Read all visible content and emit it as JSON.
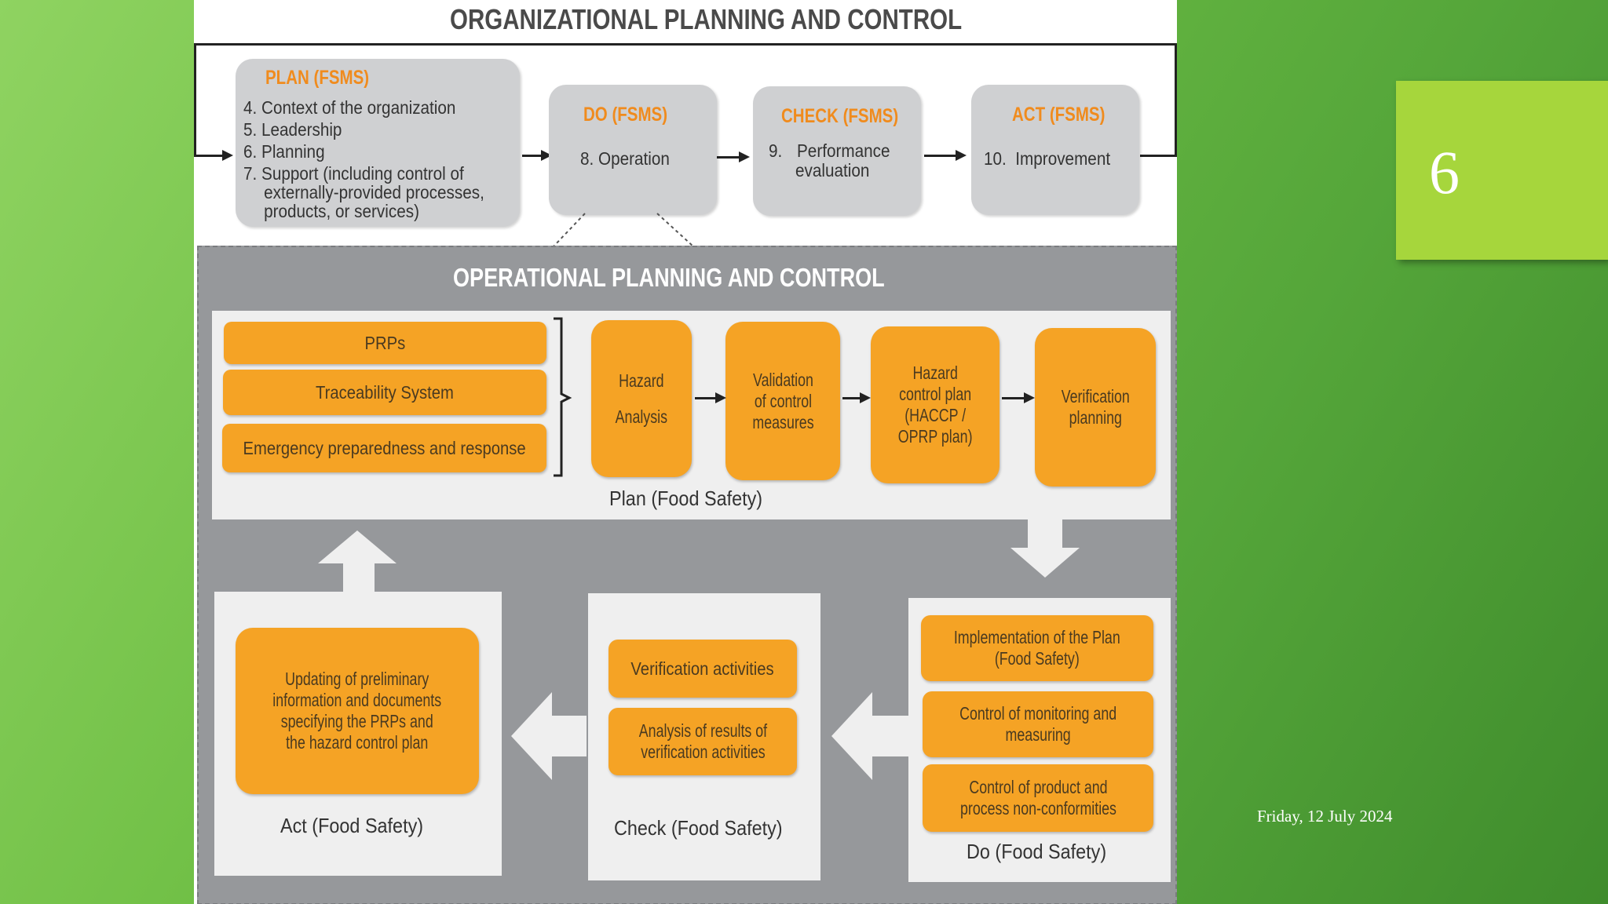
{
  "slide": {
    "number": "6",
    "date": "Friday, 12 July 2024"
  },
  "diagram": {
    "org_title": "ORGANIZATIONAL PLANNING AND CONTROL",
    "plan_fsms": {
      "title": "PLAN (FSMS)",
      "items": [
        {
          "num": "4.",
          "text": "Context of the organization"
        },
        {
          "num": "5.",
          "text": "Leadership"
        },
        {
          "num": "6.",
          "text": "Planning"
        },
        {
          "num": "7.",
          "text": "Support (including control of"
        },
        {
          "num": "",
          "text": "externally-provided processes,"
        },
        {
          "num": "",
          "text": "products, or services)"
        }
      ]
    },
    "do_fsms": {
      "title": "DO (FSMS)",
      "num": "8.",
      "text": "Operation"
    },
    "check_fsms": {
      "title": "CHECK (FSMS)",
      "num": "9.",
      "line1": "Performance",
      "line2": "evaluation"
    },
    "act_fsms": {
      "title": "ACT (FSMS)",
      "num": "10.",
      "text": "Improvement"
    },
    "op_title": "OPERATIONAL PLANNING AND CONTROL",
    "plan_fs": {
      "caption": "Plan (Food Safety)",
      "left_items": [
        "PRPs",
        "Traceability System",
        "Emergency preparedness and response"
      ],
      "steps": [
        [
          "Hazard",
          "Analysis"
        ],
        [
          "Validation",
          "of control",
          "measures"
        ],
        [
          "Hazard",
          "control plan",
          "(HACCP /",
          "OPRP plan)"
        ],
        [
          "Verification",
          "planning"
        ]
      ]
    },
    "act_fs": {
      "caption": "Act (Food Safety)",
      "lines": [
        "Updating of preliminary",
        "information and documents",
        "specifying the PRPs and",
        "the hazard control plan"
      ]
    },
    "check_fs": {
      "caption": "Check (Food Safety)",
      "items": [
        [
          "Verification activities"
        ],
        [
          "Analysis of results of",
          "verification activities"
        ]
      ]
    },
    "do_fs": {
      "caption": "Do (Food Safety)",
      "items": [
        [
          "Implementation of the Plan",
          "(Food Safety)"
        ],
        [
          "Control of monitoring and",
          "measuring"
        ],
        [
          "Control of product and",
          "process non-conformities"
        ]
      ]
    }
  },
  "colors": {
    "orange": "#f5a325",
    "fsms_heading": "#f08b1d",
    "badge": "#a6d63c"
  }
}
